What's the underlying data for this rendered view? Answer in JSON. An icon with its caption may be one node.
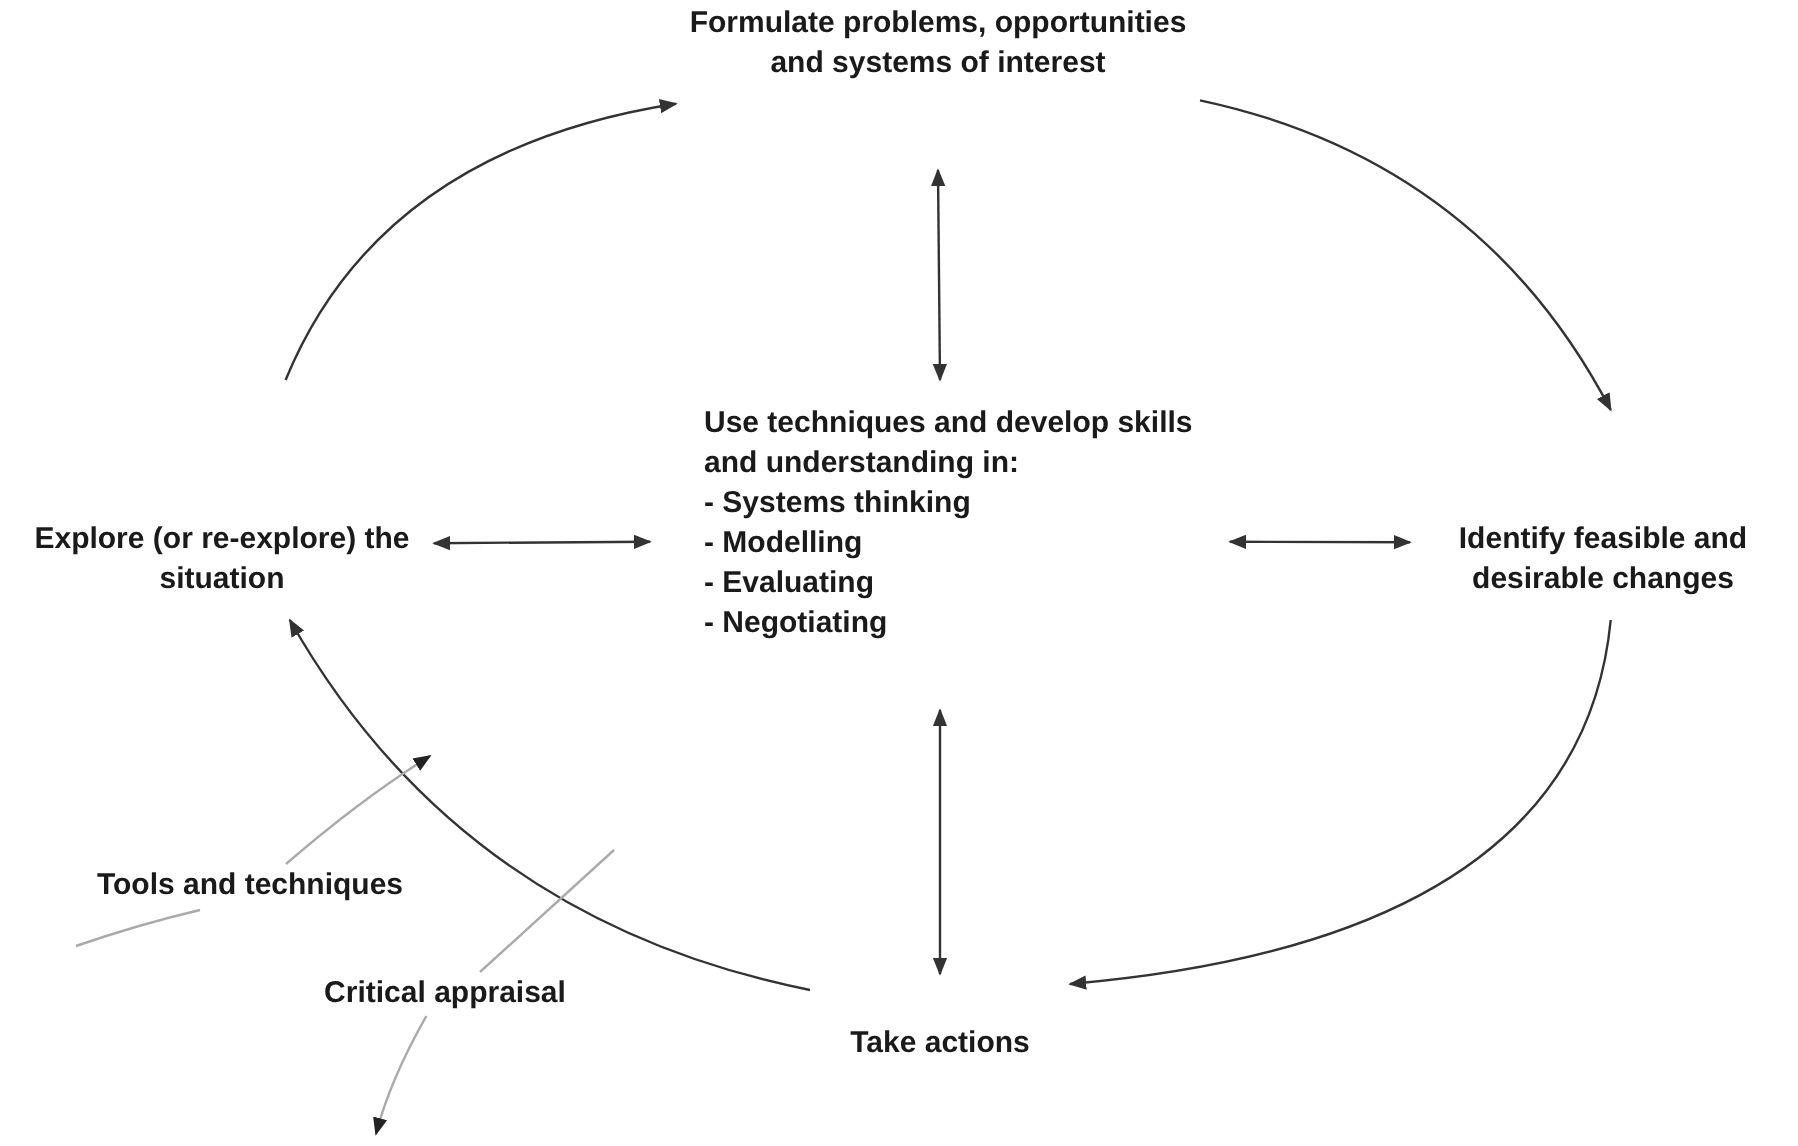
{
  "diagram": {
    "nodes": [
      {
        "text": [
          "Formulate problems, opportunities and systems of interest"
        ]
      },
      {
        "text": [
          "Use techniques and develop skills and understanding in:",
          "- Systems thinking",
          "- Modelling",
          "- Evaluating",
          "- Negotiating"
        ]
      },
      {
        "text": [
          "Explore (or re-explore) the situation"
        ]
      },
      {
        "text": [
          "Identify feasible and desirable changes"
        ]
      },
      {
        "text": [
          "Take actions"
        ]
      },
      {
        "text": [
          "Tools and techniques"
        ]
      },
      {
        "text": [
          "Critical appraisal"
        ]
      }
    ],
    "edges": [
      {
        "from": 2,
        "to": 0,
        "arrow": "to"
      },
      {
        "from": 0,
        "to": 3,
        "arrow": "to"
      },
      {
        "from": 3,
        "to": 4,
        "arrow": "to"
      },
      {
        "from": 4,
        "to": 2,
        "arrow": "to"
      },
      {
        "from": 0,
        "to": 1,
        "arrow": "both"
      },
      {
        "from": 2,
        "to": 1,
        "arrow": "both"
      },
      {
        "from": 1,
        "to": 3,
        "arrow": "both"
      },
      {
        "from": 1,
        "to": 4,
        "arrow": "both"
      },
      {
        "from": 5,
        "to": null,
        "arrow": "to",
        "color": "#aaaaaa"
      },
      {
        "from": 6,
        "to": null,
        "arrow": "to",
        "color": "#aaaaaa"
      }
    ]
  }
}
